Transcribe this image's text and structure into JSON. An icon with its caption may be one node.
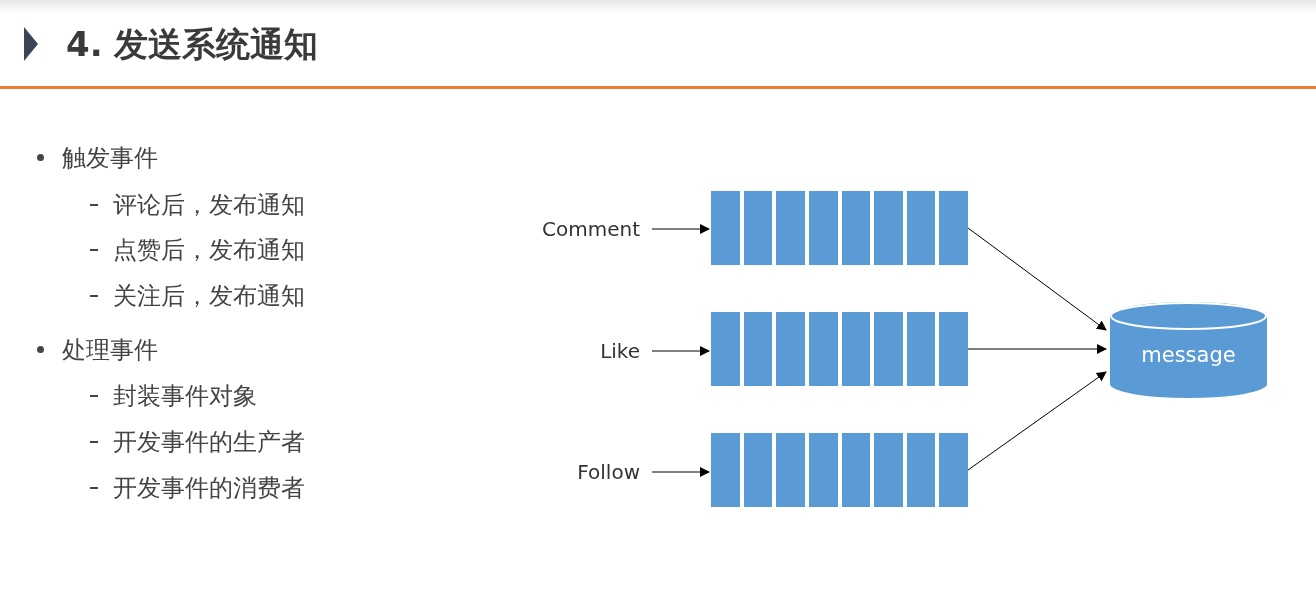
{
  "diagram": {
    "title": "4. 发送系统通知",
    "nodes": [
      {
        "text": [
          "Comment"
        ]
      },
      {
        "text": [],
        "shape": "box"
      },
      {
        "text": [
          "Like"
        ]
      },
      {
        "text": [],
        "shape": "box"
      },
      {
        "text": [
          "Follow"
        ]
      },
      {
        "text": [],
        "shape": "box"
      },
      {
        "text": [
          "message"
        ]
      }
    ],
    "edges": [
      {
        "from": 0,
        "to": 1,
        "arrow": "to"
      },
      {
        "from": 2,
        "to": 3,
        "arrow": "to"
      },
      {
        "from": 4,
        "to": 5,
        "arrow": "to"
      },
      {
        "from": 1,
        "to": 6,
        "arrow": "to"
      },
      {
        "from": 3,
        "to": 6,
        "arrow": "to"
      },
      {
        "from": 5,
        "to": 6,
        "arrow": "to"
      }
    ],
    "labels": [
      "触发事件",
      "评论后，发布通知",
      "点赞后，发布通知",
      "关注后，发布通知",
      "处理事件",
      "封装事件对象",
      "开发事件的生产者",
      "开发事件的消费者"
    ]
  }
}
